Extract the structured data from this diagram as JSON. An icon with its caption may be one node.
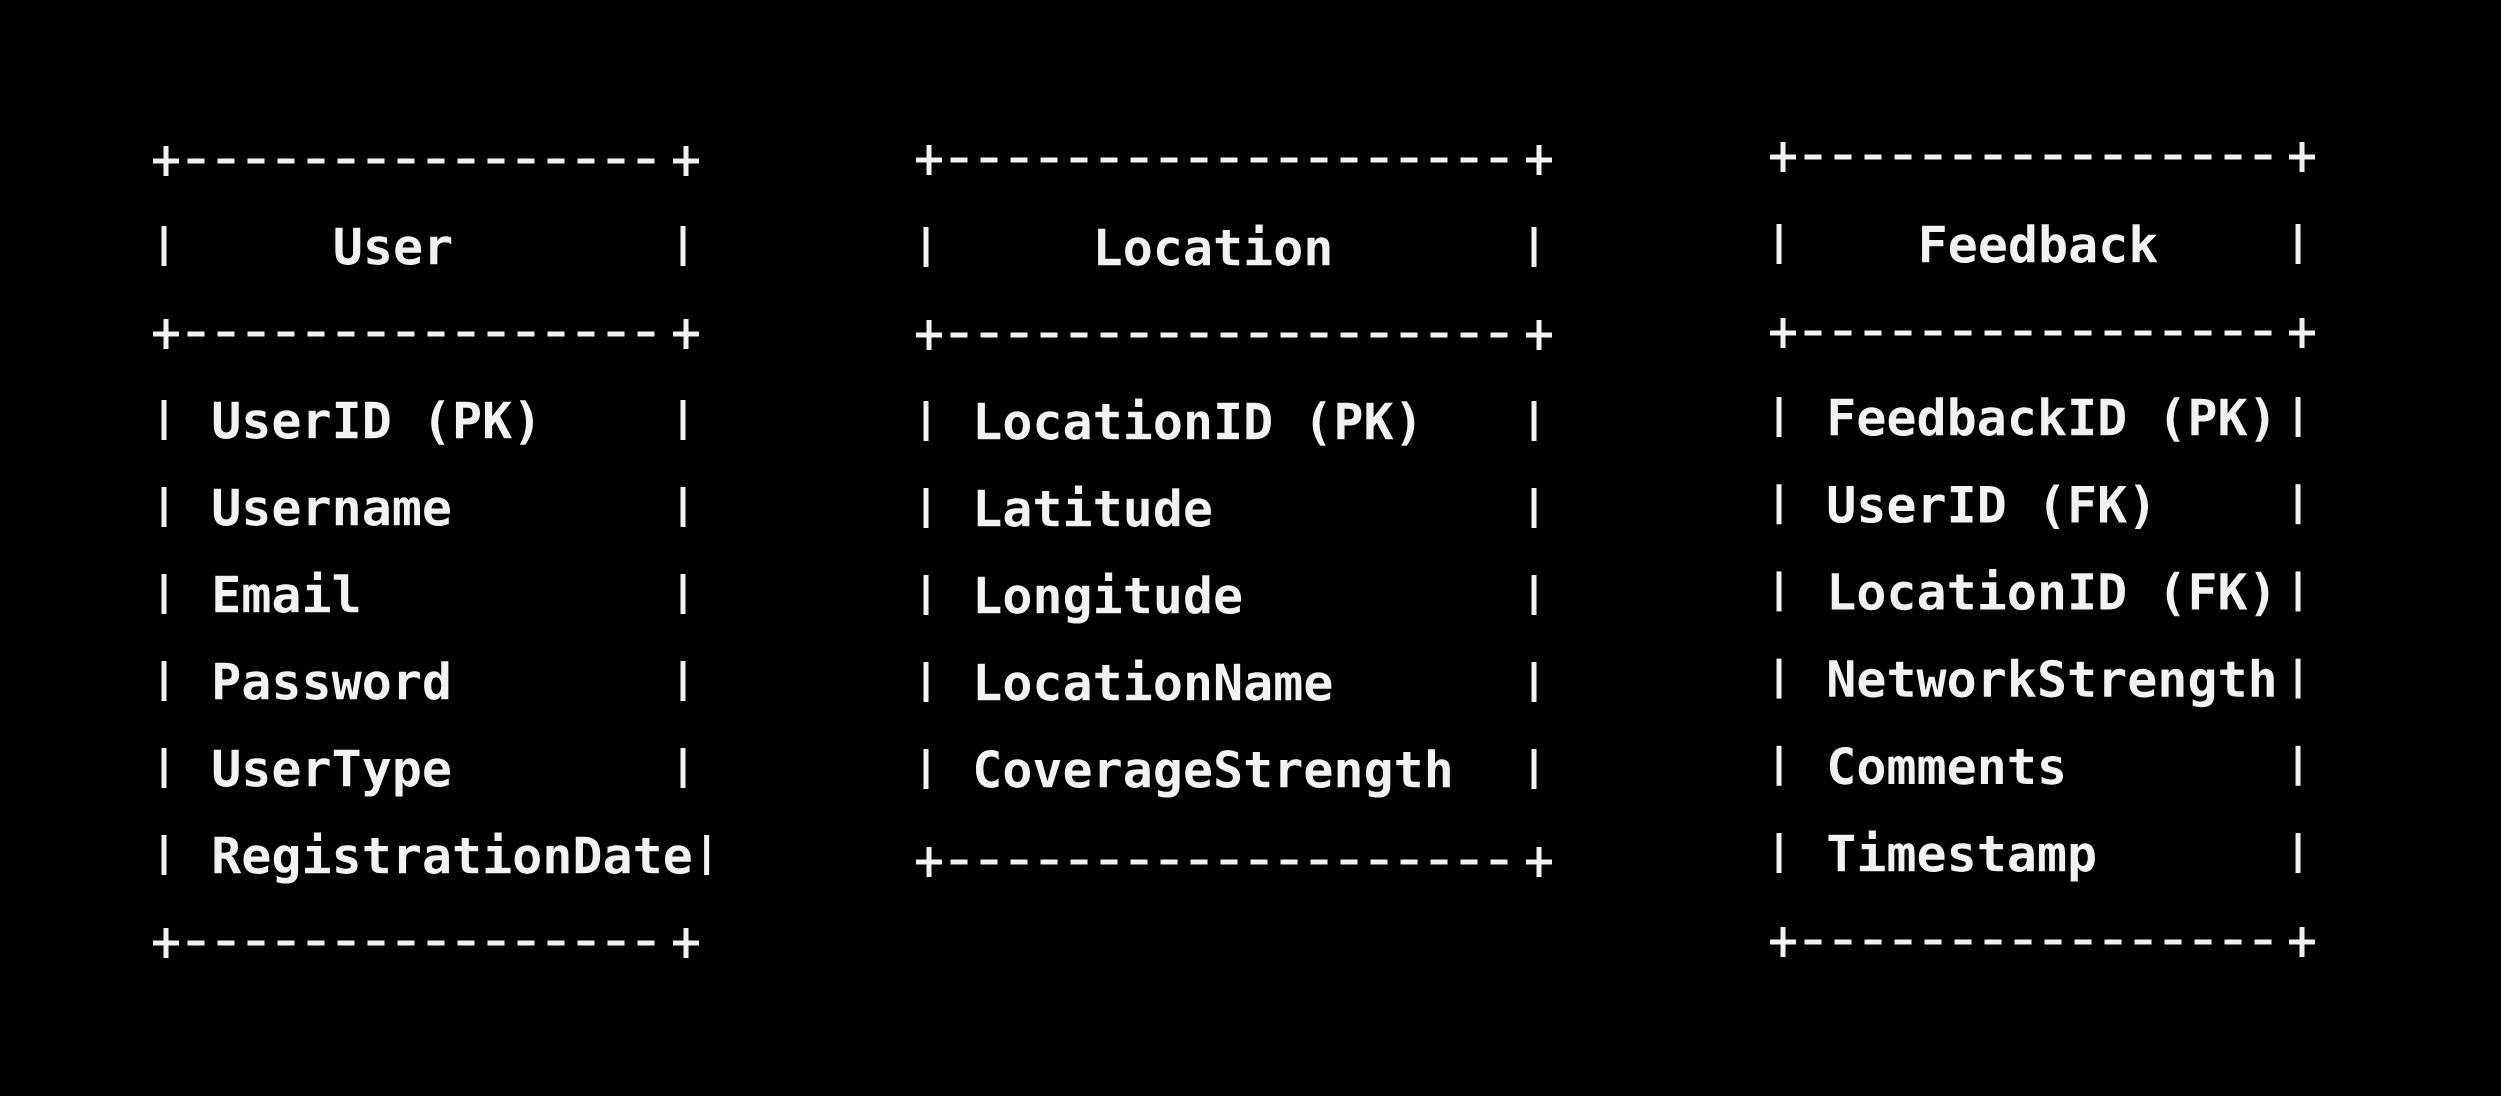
{
  "diagram": {
    "nodes": [
      {
        "text": [
          "User",
          "UserID (PK)",
          "Username",
          "Email",
          "Password",
          "UserType",
          "RegistrationDate"
        ]
      },
      {
        "text": [
          "Location",
          "LocationID (PK)",
          "Latitude",
          "Longitude",
          "LocationName",
          "CoverageStrength"
        ]
      },
      {
        "text": [
          "Feedback",
          "FeedbackID (PK)",
          "UserID (FK)",
          "LocationID (FK)",
          "NetworkStrength",
          "Comments",
          "Timestamp"
        ]
      }
    ]
  }
}
